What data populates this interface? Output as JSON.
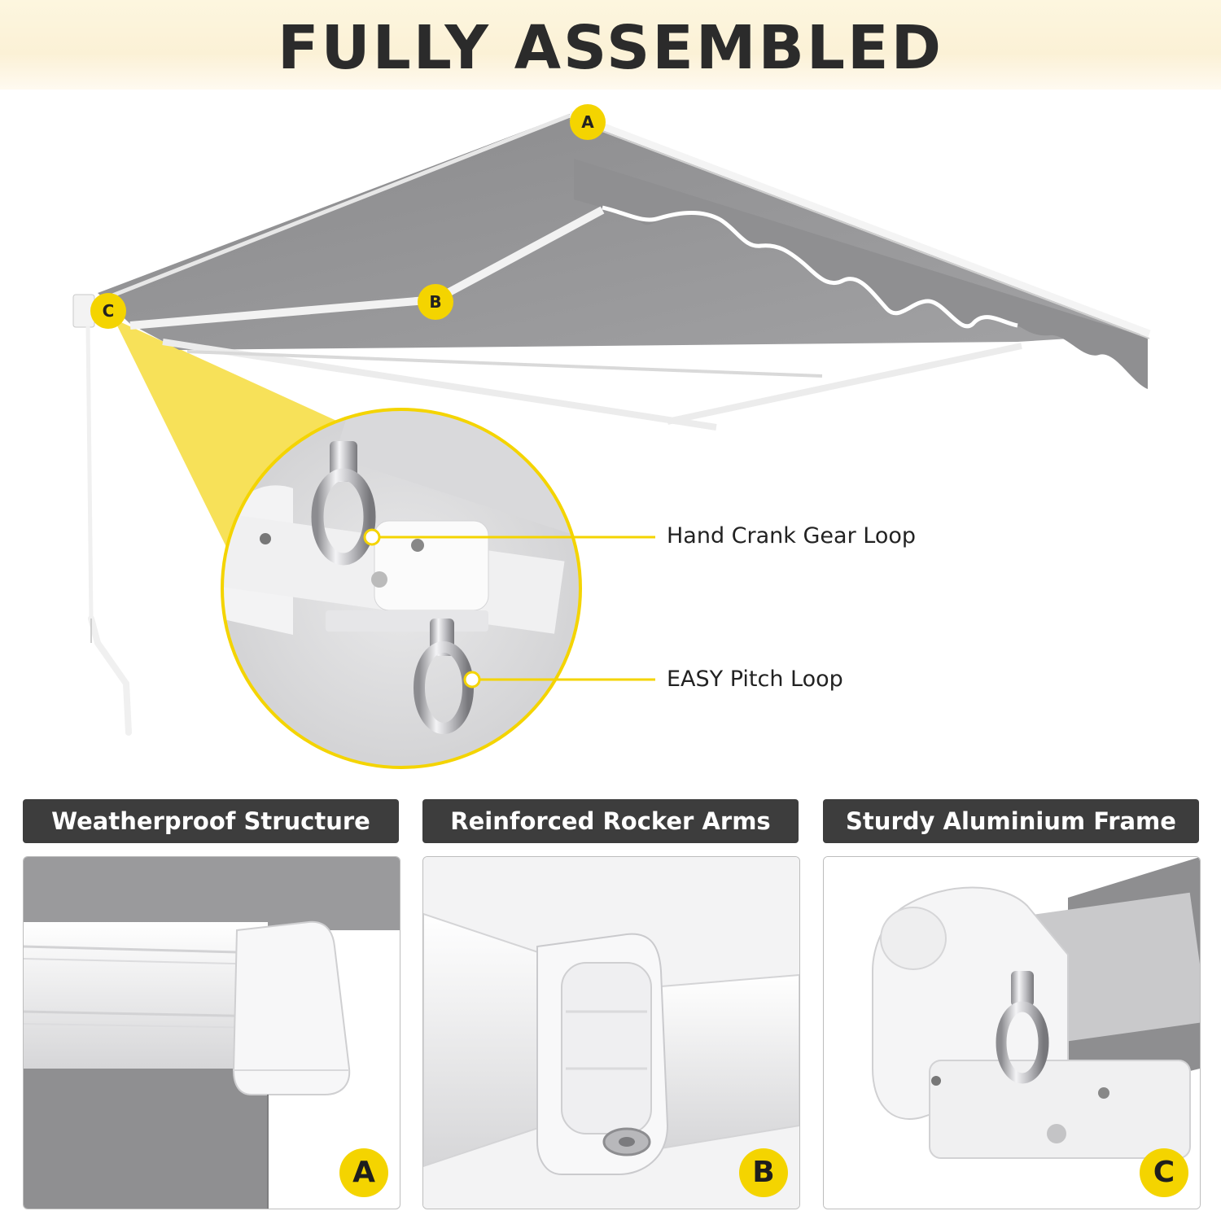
{
  "header": {
    "title": "FULLY ASSEMBLED"
  },
  "diagram": {
    "markers": [
      "A",
      "B",
      "C"
    ],
    "callouts": [
      {
        "label": "Hand Crank Gear Loop"
      },
      {
        "label": "EASY Pitch Loop"
      }
    ]
  },
  "features": [
    {
      "title": "Weatherproof Structure",
      "badge": "A",
      "icon": "cassette-end-cap-icon"
    },
    {
      "title": "Reinforced Rocker Arms",
      "badge": "B",
      "icon": "rocker-arm-joint-icon"
    },
    {
      "title": "Sturdy Aluminium Frame",
      "badge": "C",
      "icon": "frame-bracket-icon"
    }
  ],
  "colors": {
    "accent": "#f4d400",
    "fabric": "#8e8e90",
    "frame": "#f2f2f2",
    "tab_background": "#3d3d3d",
    "title_text": "#2b2b2b"
  }
}
